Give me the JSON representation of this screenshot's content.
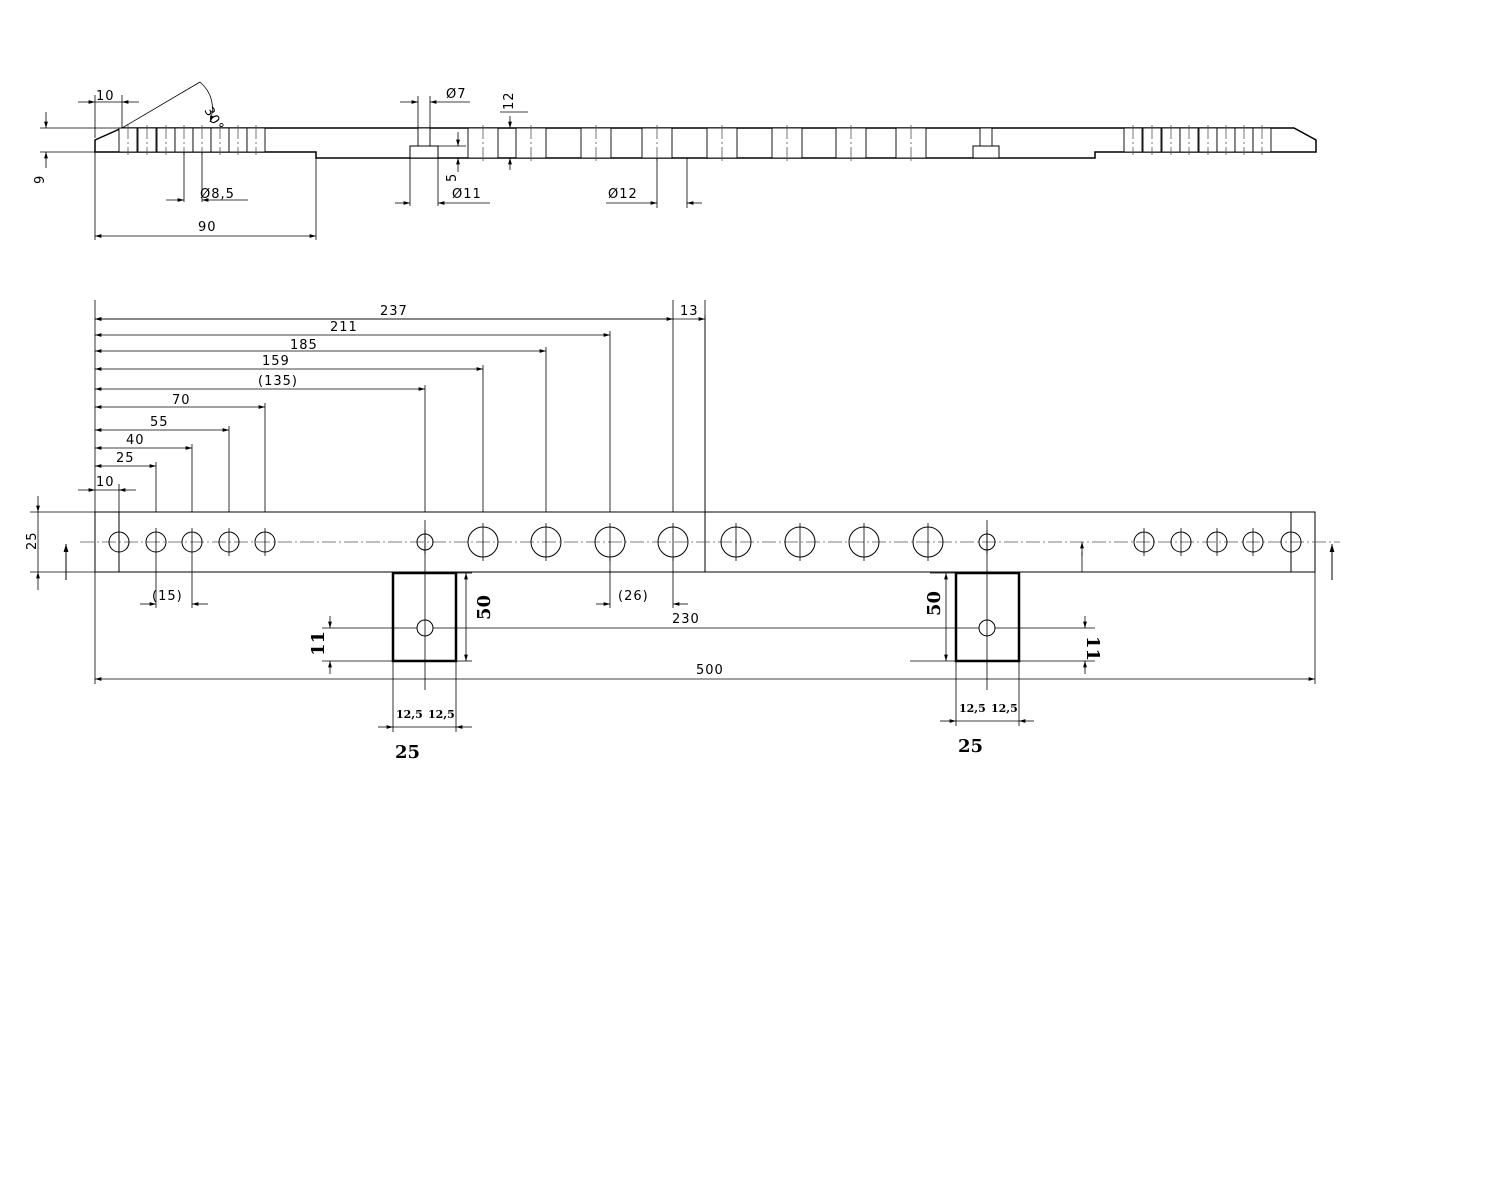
{
  "section_view": {
    "dims": {
      "d10": "10",
      "angle": "30°",
      "dia7": "Ø7",
      "d12": "12",
      "d9": "9",
      "d5": "5",
      "dia85": "Ø8,5",
      "dia11": "Ø11",
      "dia12": "Ø12",
      "d90": "90"
    }
  },
  "plan_view": {
    "stack_dims": {
      "d237": "237",
      "d13": "13",
      "d211": "211",
      "d185": "185",
      "d159": "159",
      "d135": "(135)",
      "d70": "70",
      "d55": "55",
      "d40": "40",
      "d25": "25",
      "d10": "10"
    },
    "width": "25",
    "pitch_small": "(15)",
    "pitch_large": "(26)",
    "spacing": "230",
    "length": "500"
  },
  "tabs": {
    "left": {
      "height": "50",
      "offset": "11",
      "half_a": "12,5",
      "half_b": "12,5",
      "width": "25"
    },
    "right": {
      "height": "50",
      "offset": "11",
      "half_a": "12,5",
      "half_b": "12,5",
      "width": "25"
    }
  }
}
